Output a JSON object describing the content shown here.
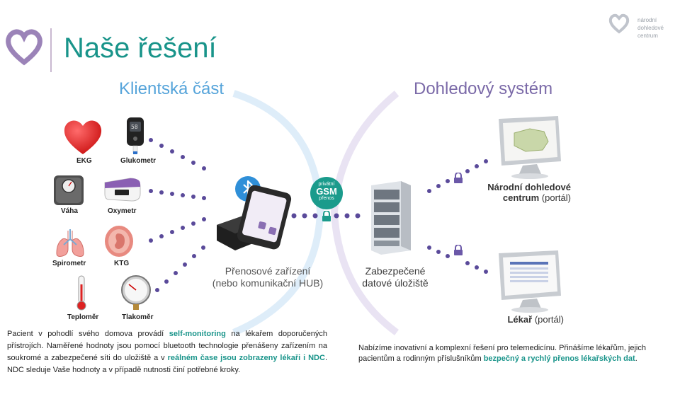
{
  "header": {
    "title": "Naše řešení",
    "brand": [
      "národní",
      "dohledové",
      "centrum"
    ]
  },
  "sections": {
    "left": "Klientská část",
    "right": "Dohledový systém"
  },
  "devices": [
    {
      "id": "ekg",
      "label": "EKG"
    },
    {
      "id": "glukometr",
      "label": "Glukometr",
      "screen": "58"
    },
    {
      "id": "vaha",
      "label": "Váha"
    },
    {
      "id": "oxymetr",
      "label": "Oxymetr"
    },
    {
      "id": "spirometr",
      "label": "Spirometr"
    },
    {
      "id": "ktg",
      "label": "KTG"
    },
    {
      "id": "teplomer",
      "label": "Teploměr"
    },
    {
      "id": "tlakomer",
      "label": "Tlakoměr"
    }
  ],
  "gsm": {
    "line1": "privátní",
    "line2": "GSM",
    "line3": "přenos"
  },
  "hub": {
    "line1": "Přenosové zařízení",
    "line2": "(nebo komunikační HUB)"
  },
  "storage": {
    "line1": "Zabezpečené",
    "line2": "datové úložiště"
  },
  "ndc": {
    "line1": "Národní dohledové",
    "line2_bold": "centrum",
    "line2_rest": "(portál)"
  },
  "doctor": {
    "bold": "Lékař",
    "rest": "(portál)"
  },
  "paragraph_left": {
    "p1": "Pacient v pohodlí svého domova provádí ",
    "h1": "self-monitoring",
    "p2": " na lékařem doporučených přístrojích. Naměřené hodnoty jsou pomocí bluetooth technologie přenášeny zařízením na soukromé a zabezpečené síti do uložiště a v ",
    "h2": "reálném čase jsou zobrazeny lékaři i NDC",
    "p3": ". NDC sleduje Vaše hodnoty a v případě nutnosti činí potřebné kroky."
  },
  "paragraph_right": {
    "p1": "Nabízíme inovativní a komplexní řešení pro telemedicínu. Přinášíme lékařům, jejich pacientům a rodinným příslušníkům ",
    "h1": "bezpečný a rychlý přenos lékařských dat",
    "p2": "."
  },
  "colors": {
    "accent": "#19948a",
    "blue": "#56a4da",
    "purple": "#7b6aa8",
    "dots": "#5a4a9a"
  }
}
